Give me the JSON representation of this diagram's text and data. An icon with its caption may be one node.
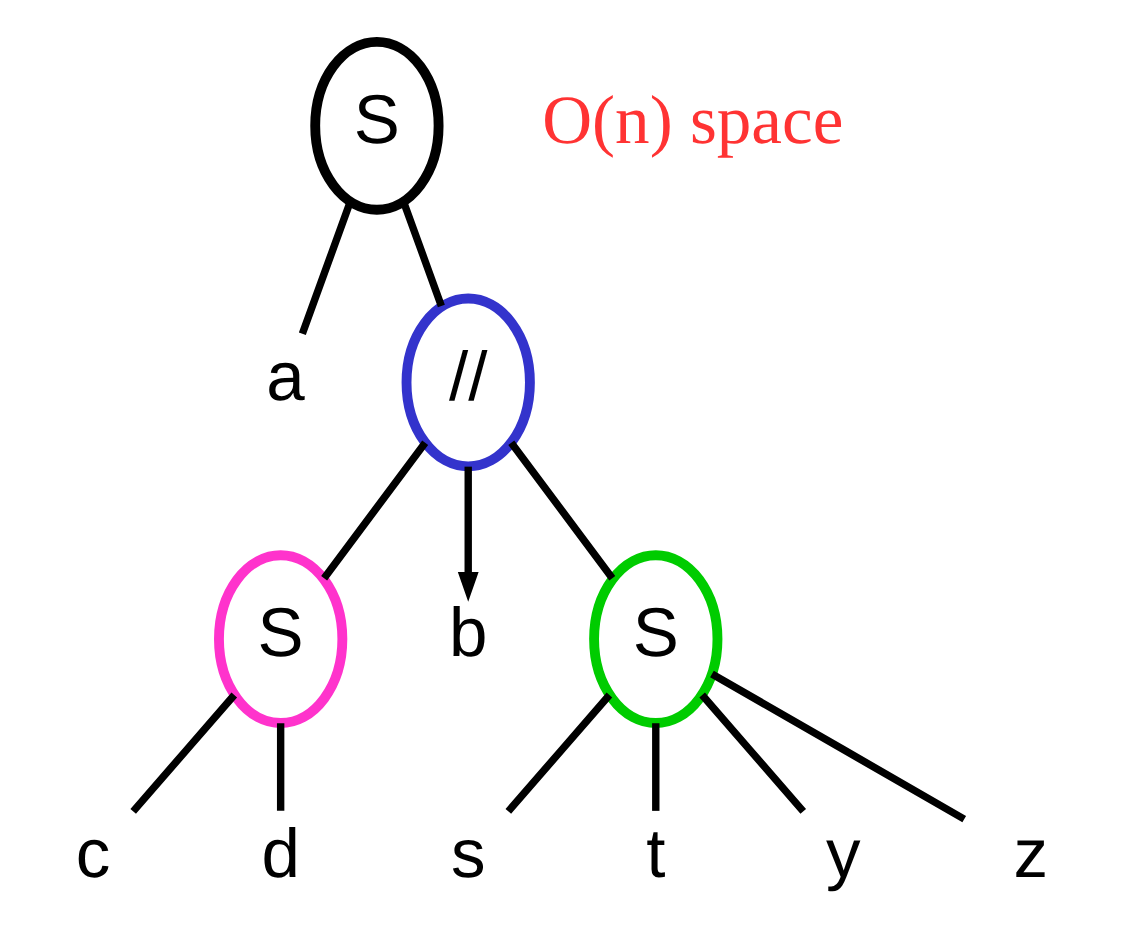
{
  "diagram": {
    "nodes": [
      {
        "text": [
          "S"
        ]
      },
      {
        "text": [
          "a"
        ]
      },
      {
        "text": [
          "//"
        ]
      },
      {
        "text": [
          "S"
        ]
      },
      {
        "text": [
          "b"
        ]
      },
      {
        "text": [
          "S"
        ]
      },
      {
        "text": [
          "c"
        ]
      },
      {
        "text": [
          "d"
        ]
      },
      {
        "text": [
          "s"
        ]
      },
      {
        "text": [
          "t"
        ]
      },
      {
        "text": [
          "y"
        ]
      },
      {
        "text": [
          "z"
        ]
      }
    ],
    "edges": [
      {
        "from": 0,
        "to": 1,
        "arrow": "none"
      },
      {
        "from": 0,
        "to": 2,
        "arrow": "none"
      },
      {
        "from": 2,
        "to": 3,
        "arrow": "none"
      },
      {
        "from": 2,
        "to": 4,
        "arrow": "to"
      },
      {
        "from": 2,
        "to": 5,
        "arrow": "none"
      },
      {
        "from": 3,
        "to": 6,
        "arrow": "none"
      },
      {
        "from": 3,
        "to": 7,
        "arrow": "none"
      },
      {
        "from": 5,
        "to": 8,
        "arrow": "none"
      },
      {
        "from": 5,
        "to": 9,
        "arrow": "none"
      },
      {
        "from": 5,
        "to": 10,
        "arrow": "none"
      },
      {
        "from": 5,
        "to": 11,
        "arrow": "none"
      }
    ],
    "labels": [
      "O(n) space"
    ]
  }
}
